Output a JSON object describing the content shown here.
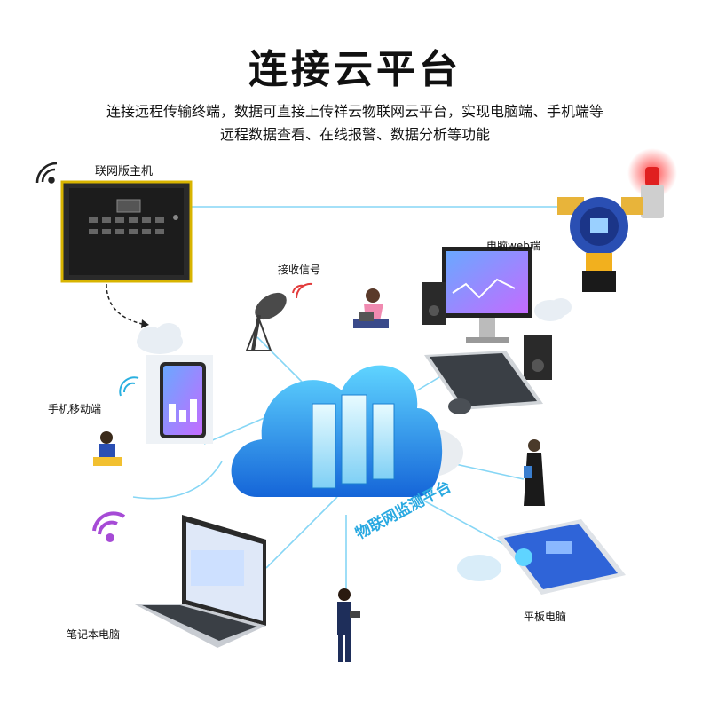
{
  "title": "连接云平台",
  "description": {
    "line1": "连接远程传输终端，数据可直接上传祥云物联网云平台，实现电脑端、手机端等",
    "line2": "远程数据查看、在线报警、数据分析等功能"
  },
  "nodes": {
    "host": "联网版主机",
    "signal": "接收信号",
    "pc_web": "电脑web端",
    "mobile": "手机移动端",
    "laptop": "笔记本电脑",
    "tablet": "平板电脑",
    "platform": "物联网监测平台"
  },
  "colors": {
    "cloud": "#29a9e1",
    "cloud_dark": "#1a7fd0",
    "line": "#7fd3f5",
    "alarm_red": "#e02020",
    "detector_blue": "#2a4fb3",
    "detector_yellow": "#f2b01e"
  }
}
